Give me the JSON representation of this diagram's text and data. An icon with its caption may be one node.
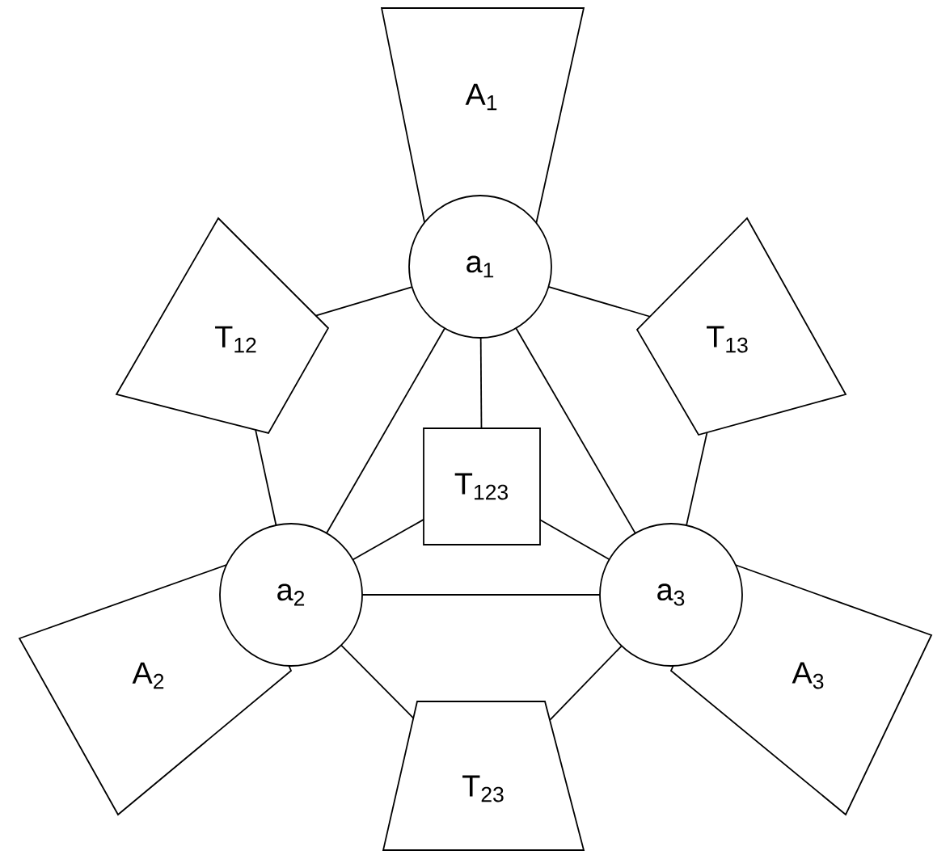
{
  "diagram": {
    "nodes": [
      {
        "text": [
          "A$_{1}$"
        ]
      },
      {
        "text": [
          "a$_{1}$"
        ]
      },
      {
        "text": [
          "T$_{12}$"
        ]
      },
      {
        "text": [
          "T$_{13}$"
        ]
      },
      {
        "text": [
          "T$_{123}$"
        ]
      },
      {
        "text": [
          "a$_{2}$"
        ]
      },
      {
        "text": [
          "a$_{3}$"
        ]
      },
      {
        "text": [
          "A$_{2}$"
        ]
      },
      {
        "text": [
          "A$_{3}$"
        ]
      },
      {
        "text": [
          "T$_{23}$"
        ]
      }
    ],
    "edges": [
      {
        "from": 1,
        "to": 2,
        "arrow": "none"
      },
      {
        "from": 1,
        "to": 3,
        "arrow": "none"
      },
      {
        "from": 1,
        "to": 4,
        "arrow": "none"
      },
      {
        "from": 1,
        "to": 5,
        "arrow": "none"
      },
      {
        "from": 1,
        "to": 6,
        "arrow": "none"
      },
      {
        "from": 2,
        "to": 5,
        "arrow": "none"
      },
      {
        "from": 3,
        "to": 6,
        "arrow": "none"
      },
      {
        "from": 4,
        "to": 5,
        "arrow": "none"
      },
      {
        "from": 4,
        "to": 6,
        "arrow": "none"
      },
      {
        "from": 5,
        "to": 6,
        "arrow": "none"
      },
      {
        "from": 5,
        "to": 9,
        "arrow": "none"
      },
      {
        "from": 6,
        "to": 9,
        "arrow": "none"
      }
    ]
  }
}
